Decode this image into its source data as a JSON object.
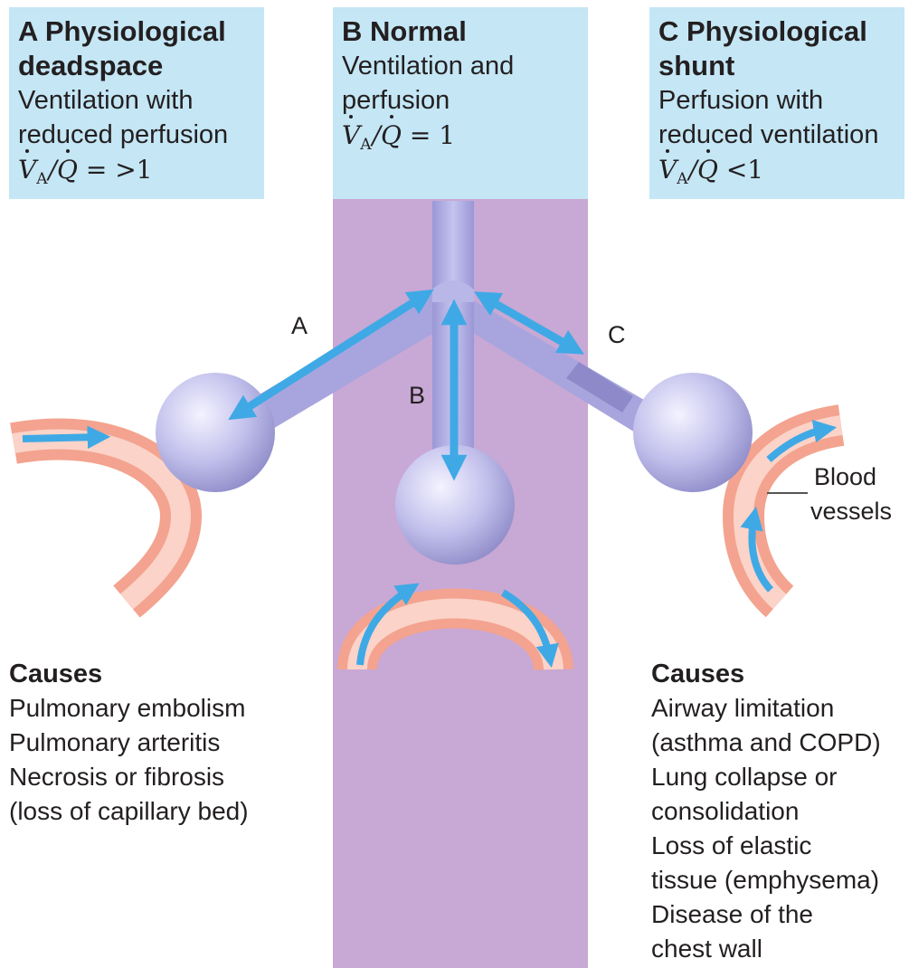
{
  "headers": {
    "a": {
      "title": "A Physiological deadspace",
      "description": "Ventilation with reduced perfusion",
      "formula_numerator": "V",
      "formula_sub": "A",
      "formula_denominator": "Q",
      "formula_relation": "= >1"
    },
    "b": {
      "title": "B Normal",
      "description": "Ventilation and perfusion",
      "formula_numerator": "V",
      "formula_sub": "A",
      "formula_denominator": "Q",
      "formula_relation": "= 1"
    },
    "c": {
      "title": "C Physiological shunt",
      "description": "Perfusion with reduced ventilation",
      "formula_numerator": "V",
      "formula_sub": "A",
      "formula_denominator": "Q",
      "formula_relation": "<1"
    }
  },
  "diagram_labels": {
    "airway_a": "A",
    "airway_b": "B",
    "airway_c": "C",
    "blood_vessels_line1": "Blood",
    "blood_vessels_line2": "vessels"
  },
  "causes_left": {
    "heading": "Causes",
    "items": [
      "Pulmonary embolism",
      "Pulmonary arteritis",
      "Necrosis or fibrosis",
      "(loss of capillary bed)"
    ]
  },
  "causes_right": {
    "heading": "Causes",
    "items": [
      "Airway limitation",
      "(asthma and COPD)",
      "Lung collapse or",
      "consolidation",
      "Loss of elastic",
      "tissue (emphysema)",
      "Disease of the",
      "chest wall"
    ]
  },
  "colors": {
    "header_bg": "#c4e6f5",
    "center_band": "#c8a8d4",
    "airway": "#a9a6dc",
    "alveolus": "#bcbbe8",
    "vessel": "#f3a38f",
    "flow_arrow": "#3fa9e6"
  }
}
